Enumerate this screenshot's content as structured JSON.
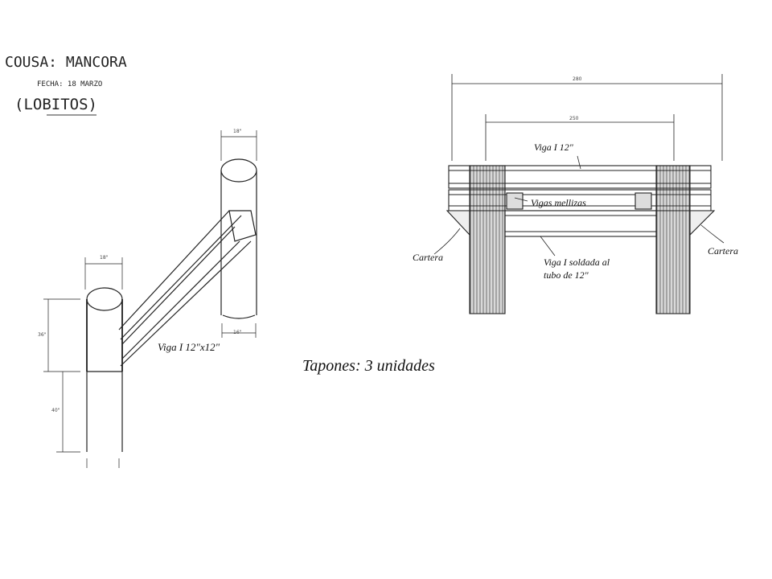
{
  "header": {
    "project": "COUSA: MANCORA",
    "date": "FECHA: 18 MARZO",
    "site": "(LOBITOS)"
  },
  "left_drawing": {
    "beam_label": "Viga I 12\"x12\"",
    "dim_top": "18\"",
    "dim_mid": "18\"",
    "dim_right_bottom": "16\"",
    "dim_vertical_upper": "36\"",
    "dim_vertical_lower": "40\""
  },
  "right_drawing": {
    "dim_overall": "280",
    "dim_inner": "250",
    "top_beam_label": "Viga I 12\"",
    "twin_beams_label": "Vigas mellizas",
    "bracket_left_label": "Cartera",
    "bracket_right_label": "Cartera",
    "welded_beam_label_line1": "Viga I soldada al",
    "welded_beam_label_line2": "tubo de 12\""
  },
  "caption": "Tapones: 3 unidades"
}
